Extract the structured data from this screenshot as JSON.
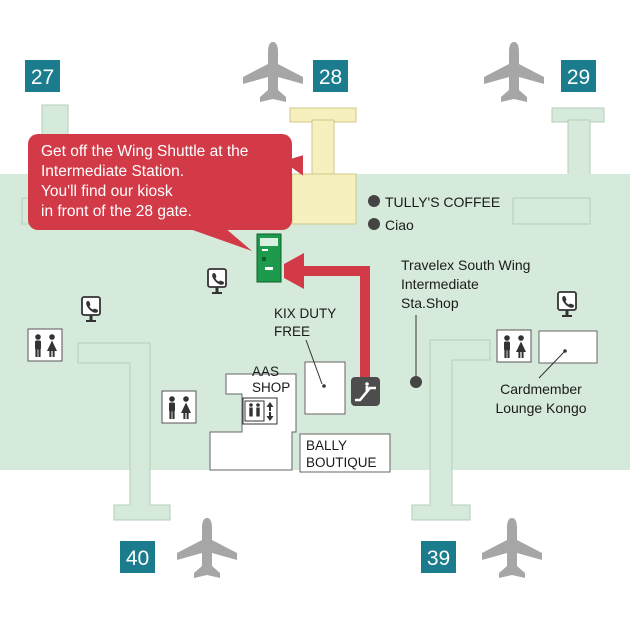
{
  "colors": {
    "terminal": "#d6eadb",
    "pier": "#d6eadb",
    "pier_stroke": "#b5cdbb",
    "gate28_pier": "#f5f0bd",
    "gate_badge": "#1a7c8c",
    "airplane": "#a6a6a6",
    "callout": "#d33a48",
    "arrow": "#d33a48",
    "kiosk": "#1e9a4c",
    "dark_icon": "#4d4d4d"
  },
  "gates": {
    "g27": "27",
    "g28": "28",
    "g29": "29",
    "g40": "40",
    "g39": "39"
  },
  "callout": {
    "line1": "Get off the Wing Shuttle at the",
    "line2": "Intermediate Station.",
    "line3": "You'll find our kiosk",
    "line4": "in front of the 28 gate."
  },
  "shops": {
    "tullys": "TULLY'S COFFEE",
    "ciao": "Ciao",
    "travelex_1": "Travelex South Wing",
    "travelex_2": "Intermediate",
    "travelex_3": "Sta.Shop",
    "kix_1": "KIX DUTY",
    "kix_2": "FREE",
    "aas_1": "AAS",
    "aas_2": "SHOP",
    "bally_1": "BALLY",
    "bally_2": "BOUTIQUE",
    "lounge_1": "Cardmember",
    "lounge_2": "Lounge Kongo"
  },
  "icons": {
    "airplane": "airplane-icon",
    "restroom": "restroom-icon",
    "phone": "phone-icon",
    "elevator": "elevator-icon",
    "escalator": "escalator-icon",
    "kiosk": "kiosk-icon"
  }
}
